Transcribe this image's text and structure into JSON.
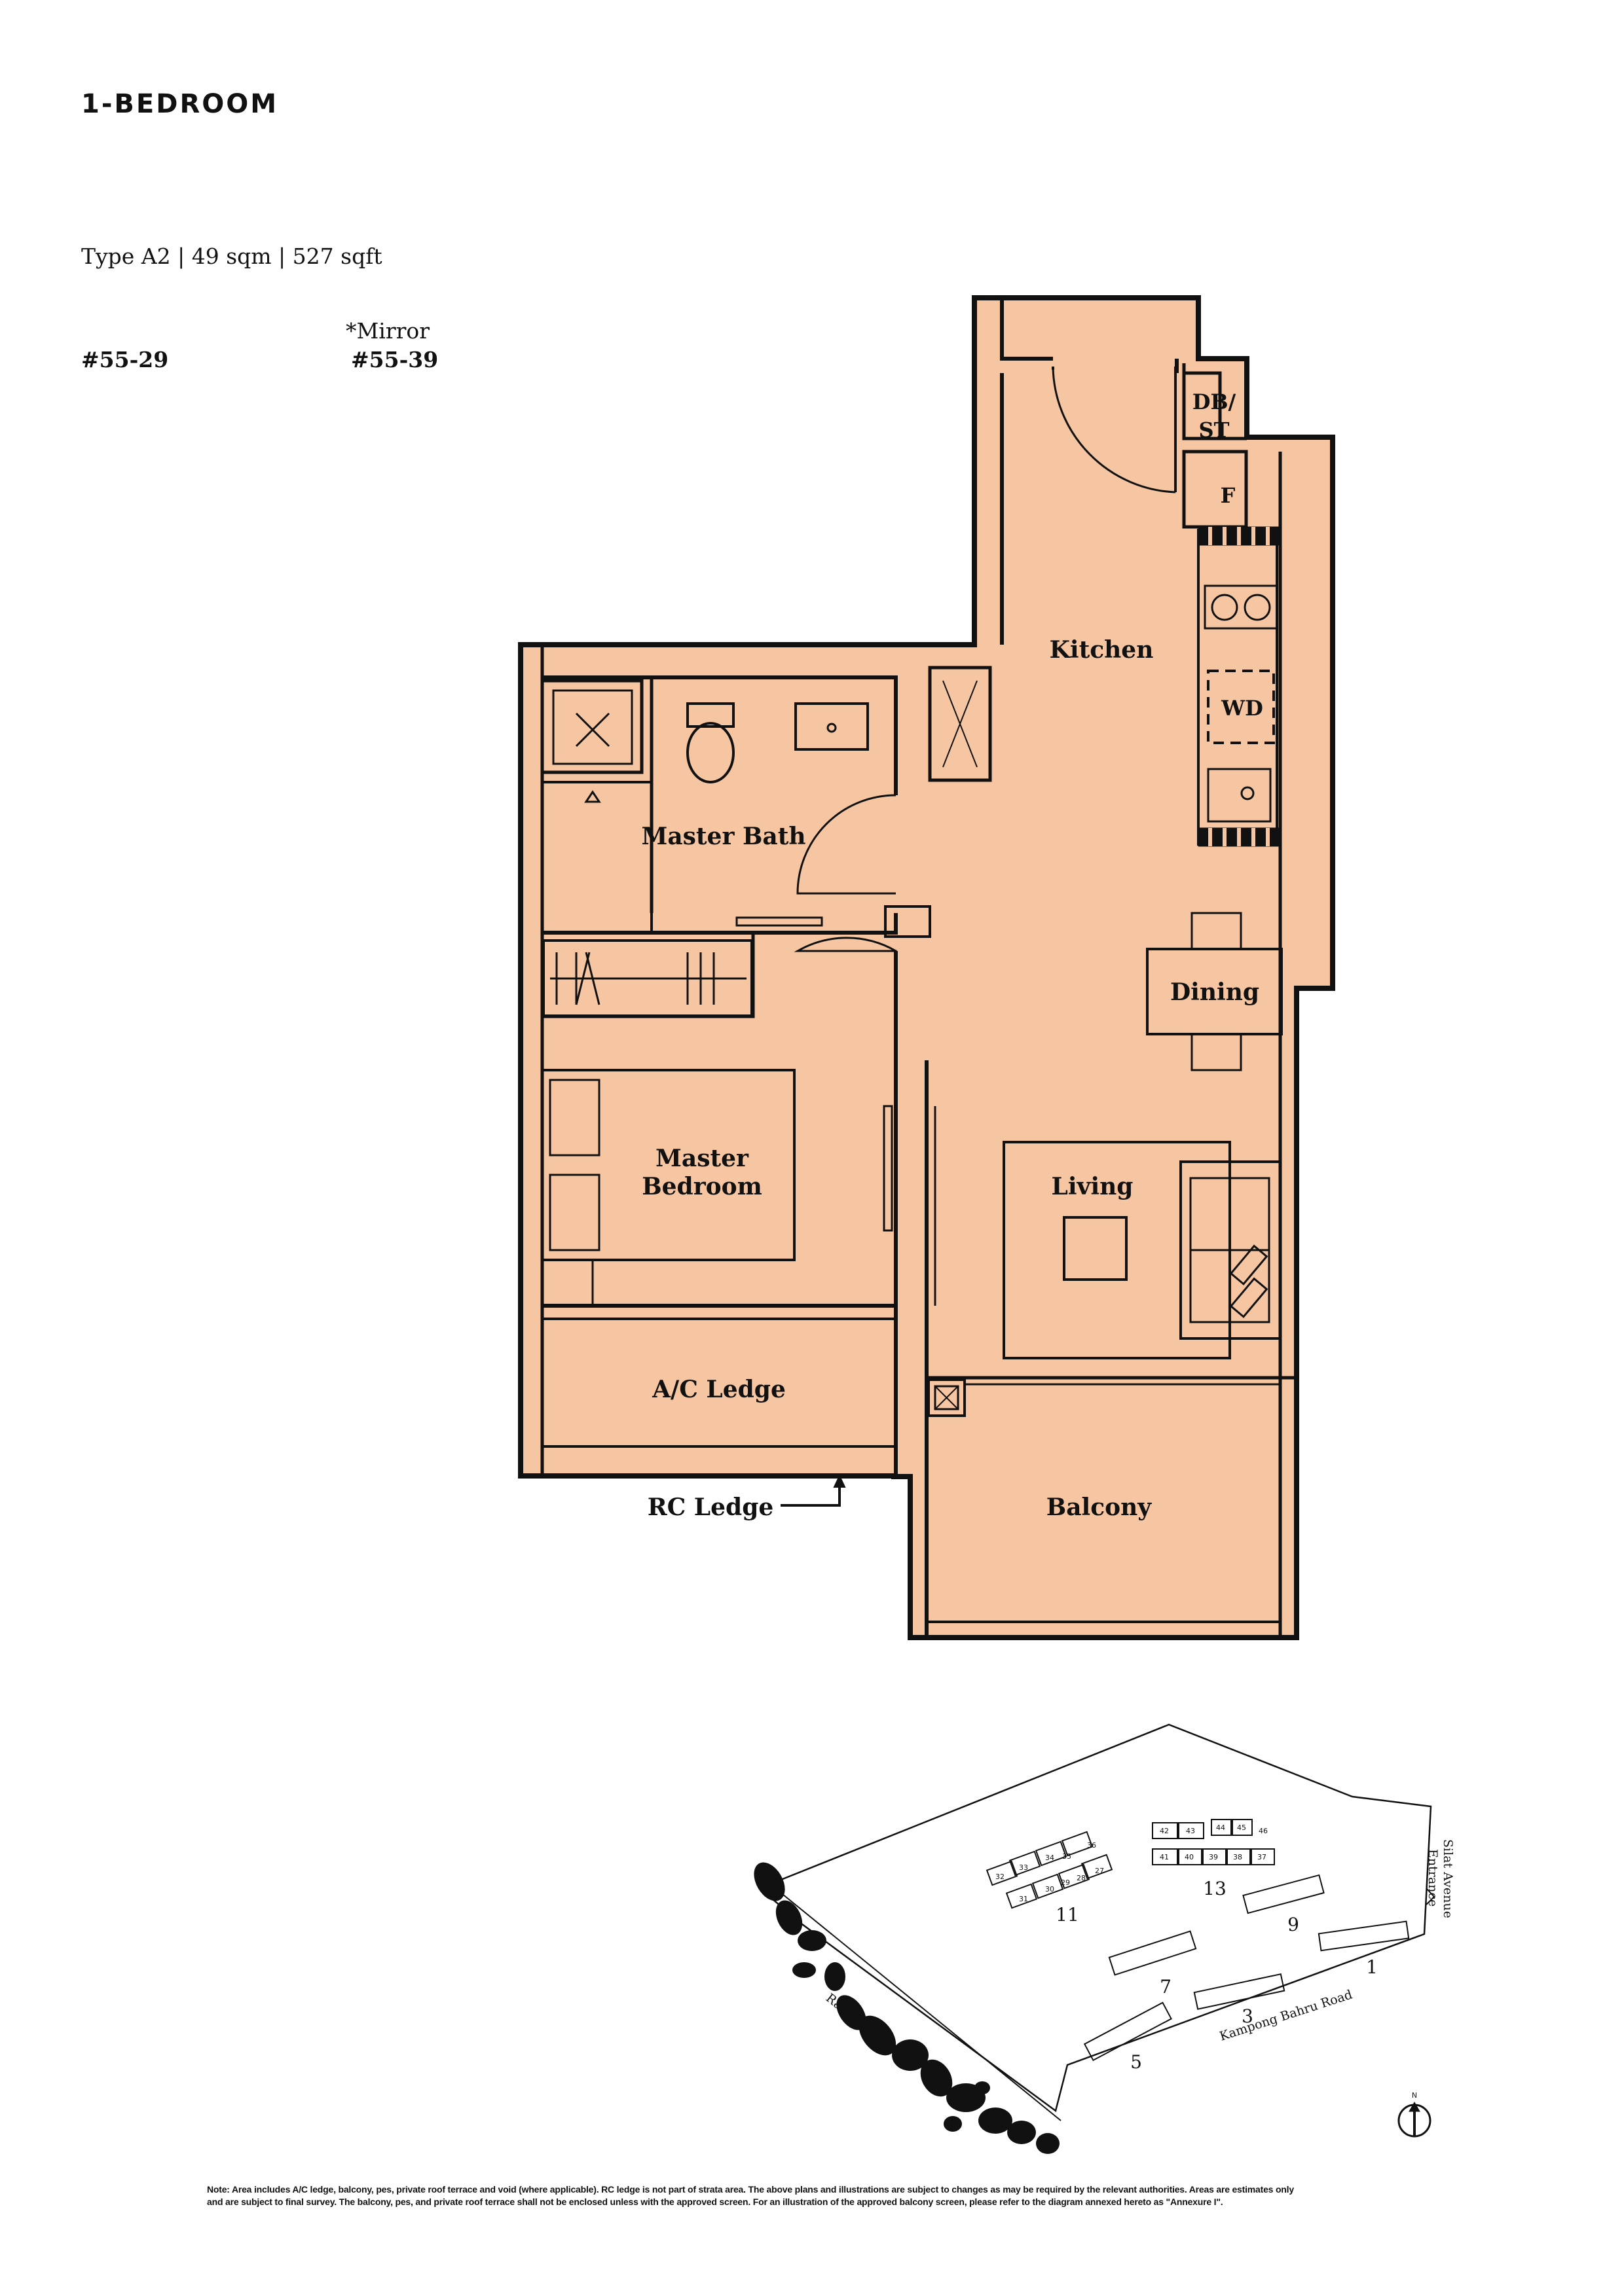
{
  "page": {
    "heading": "1-BEDROOM",
    "unit_summary": "Type A2 | 49 sqm | 527 sqft",
    "mirror_label": "*Mirror",
    "unit_number": "#55-29",
    "mirror_unit_number": "#55-39"
  },
  "floor_plan": {
    "rooms": {
      "kitchen": "Kitchen",
      "master_bath": "Master Bath",
      "dining": "Dining",
      "master_bedroom_line1": "Master",
      "master_bedroom_line2": "Bedroom",
      "living": "Living",
      "ac_ledge": "A/C Ledge",
      "balcony": "Balcony",
      "rc_ledge": "RC Ledge"
    },
    "fixtures": {
      "db_st_line1": "DB/",
      "db_st_line2": "ST",
      "fridge": "F",
      "washer_dryer": "WD"
    },
    "colors": {
      "room_fill": "#f6c5a2",
      "wall": "#111111"
    }
  },
  "site_plan": {
    "block_labels": [
      "11",
      "13",
      "9",
      "7",
      "1",
      "3",
      "5"
    ],
    "unit_numbers": [
      "32",
      "33",
      "34",
      "35",
      "36",
      "31",
      "30",
      "29",
      "28",
      "27",
      "42",
      "43",
      "44",
      "45",
      "46",
      "41",
      "40",
      "39",
      "38",
      "37"
    ],
    "rail_corridor": "Rail Corridor",
    "kampong_bahru_road": "Kampong Bahru Road",
    "silat_avenue_line1": "Silat Avenue",
    "silat_avenue_line2": "Entrance",
    "north_label": "N"
  },
  "footer": {
    "note_line1": "Note: Area includes A/C ledge, balcony, pes, private roof terrace and void (where applicable). RC ledge is not part of strata area. The above plans and illustrations are subject to changes as may be required by the relevant authorities. Areas are estimates only",
    "note_line2": "and are subject to final survey. The balcony, pes, and private roof terrace shall not be enclosed unless with the approved screen. For an illustration of the approved balcony screen, please refer to the diagram annexed hereto as \"Annexure I\"."
  }
}
